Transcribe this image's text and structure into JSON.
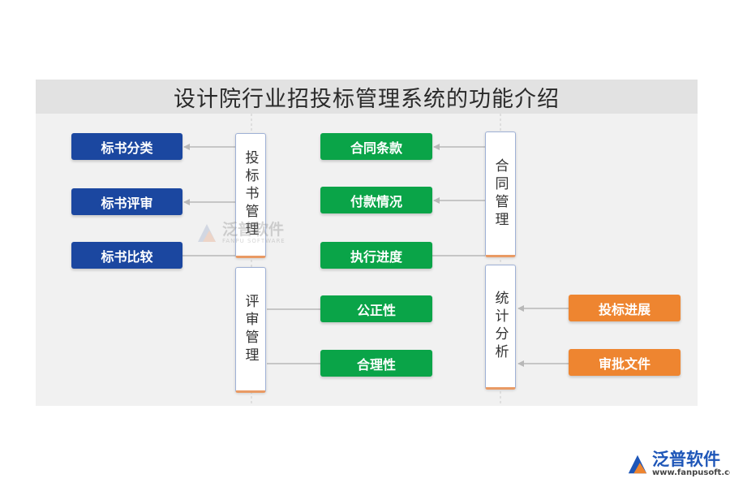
{
  "title": "设计院行业招投标管理系统的功能介绍",
  "groups": {
    "bid_management": "投标书管理",
    "review_management": "评审管理",
    "contract_management": "合同管理",
    "statistics_analysis": "统计分析"
  },
  "bid_items": [
    "标书分类",
    "标书评审",
    "标书比较"
  ],
  "review_items": [
    "公正性",
    "合理性"
  ],
  "contract_items": [
    "合同条款",
    "付款情况",
    "执行进度"
  ],
  "statistics_items": [
    "投标进展",
    "审批文件"
  ],
  "watermark": {
    "main": "泛普软件",
    "sub": "FANPU SOFTWARE"
  },
  "brand": {
    "main": "泛普软件",
    "url": "www.fanpusoft.com"
  },
  "colors": {
    "bid_items": "#1b47a0",
    "contract_review_items": "#0aa448",
    "statistics_items": "#ee8530",
    "title_bar": "#e2e2e2"
  }
}
